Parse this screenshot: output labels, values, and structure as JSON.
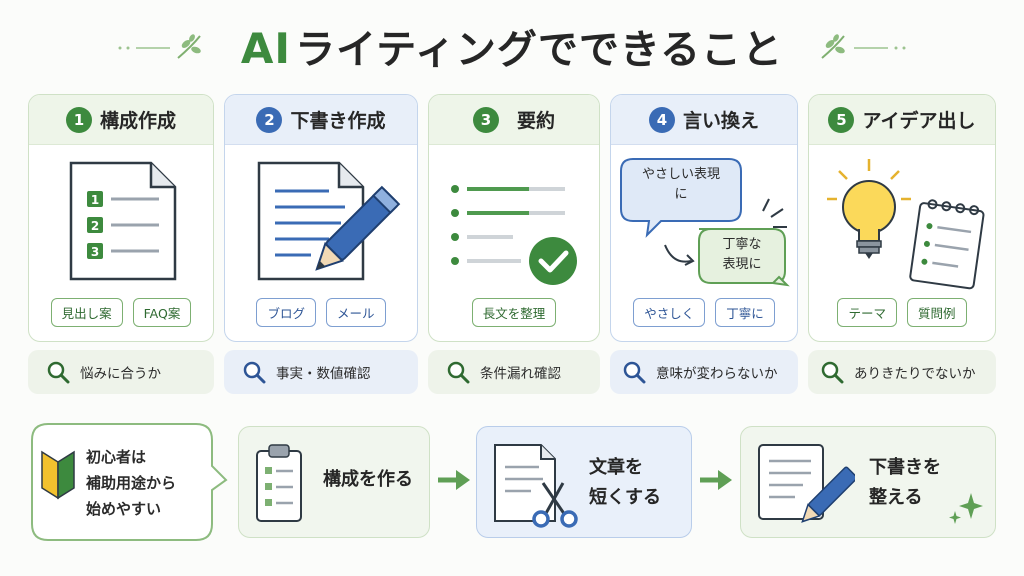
{
  "title": {
    "accent": "AI",
    "rest": "ライティングでできること"
  },
  "cards": [
    {
      "num": "1",
      "label": "構成作成",
      "tags": [
        "見出し案",
        "FAQ案"
      ],
      "check": "悩みに合うか",
      "list_nums": [
        "1",
        "2",
        "3"
      ]
    },
    {
      "num": "2",
      "label": "下書き作成",
      "tags": [
        "ブログ",
        "メール"
      ],
      "check": "事実・数値確認"
    },
    {
      "num": "3",
      "label": "要約",
      "tags": [
        "長文を整理"
      ],
      "check": "条件漏れ確認"
    },
    {
      "num": "4",
      "label": "言い換え",
      "tags": [
        "やさしく",
        "丁寧に"
      ],
      "check": "意味が変わらないか",
      "bubble_a": [
        "やさしい表現",
        "に"
      ],
      "bubble_b": [
        "丁寧な",
        "表現に"
      ]
    },
    {
      "num": "5",
      "label": "アイデア出し",
      "tags": [
        "テーマ",
        "質問例"
      ],
      "check": "ありきたりでないか"
    }
  ],
  "beginner": {
    "lines": [
      "初心者は",
      "補助用途から",
      "始めやすい"
    ]
  },
  "steps": [
    {
      "lines": [
        "構成を作る"
      ]
    },
    {
      "lines": [
        "文章を",
        "短くする"
      ]
    },
    {
      "lines": [
        "下書きを",
        "整える"
      ]
    }
  ],
  "colors": {
    "green": "#3d8a3e",
    "blue": "#3a6bb5",
    "light_green": "#eef5e9",
    "light_blue": "#e8eff9"
  }
}
